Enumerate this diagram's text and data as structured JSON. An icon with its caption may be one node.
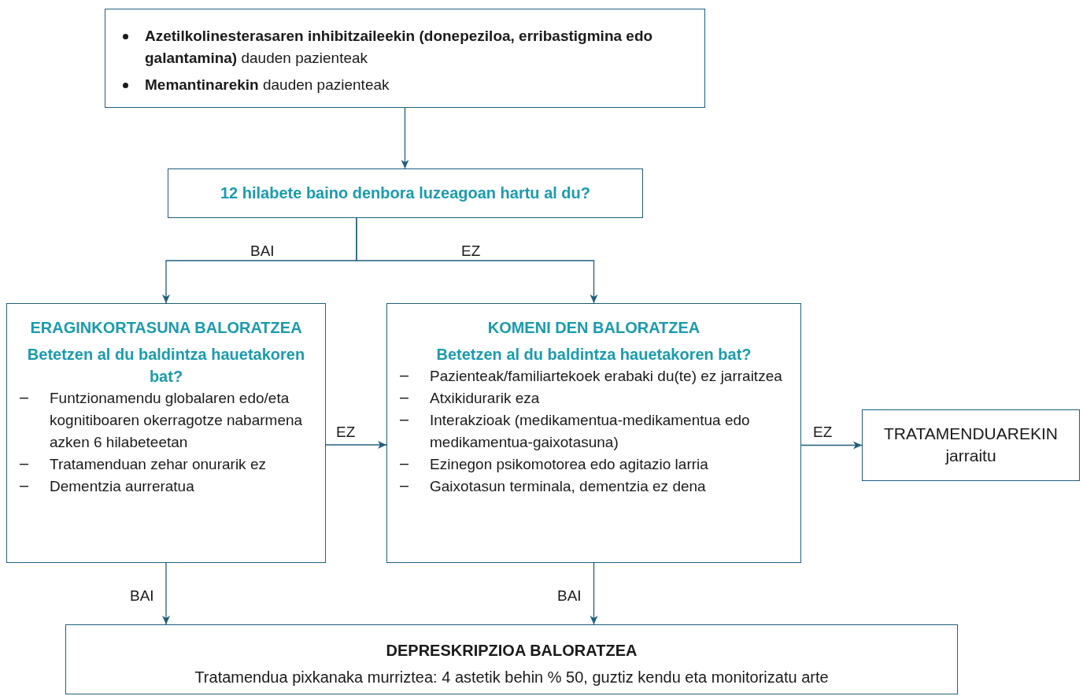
{
  "diagram": {
    "nodes": [
      {
        "text": [
          "**Azetilkolinesterasaren inhibitzaileekin (donepeziloa, erribastigmina edo galantamina)** dauden pazienteak",
          "**Memantinarekin** dauden pazienteak"
        ]
      },
      {
        "text": [
          "12 hilabete baino denbora luzeagoan hartu al du?"
        ]
      },
      {
        "text": [
          "ERAGINKORTASUNA BALORATZEA",
          "Betetzen al du baldintza hauetakoren bat?",
          "Funtzionamendu globalaren edo/eta kognitiboaren okerragotze nabarmena azken 6 hilabeteetan",
          "Tratamenduan zehar onurarik ez",
          "Dementzia aurreratua"
        ]
      },
      {
        "text": [
          "KOMENI DEN BALORATZEA",
          "Betetzen al du baldintza hauetakoren bat?",
          "Pazienteak/familiartekoek erabaki du(te) ez jarraitzea",
          "Atxikidurarik eza",
          "Interakzioak (medikamentua-medikamentua edo medikamentua-gaixotasuna)",
          "Ezinegon psikomotorea edo agitazio larria",
          "Gaixotasun terminala, dementzia ez dena"
        ]
      },
      {
        "text": [
          "TRATAMENDUAREKIN jarraitu"
        ]
      },
      {
        "text": [
          "DEPRESKRIPZIOA BALORATZEA",
          "Tratamendua pixkanaka murriztea: 4 astetik behin % 50, guztiz kendu eta monitorizatu arte"
        ]
      }
    ],
    "edges": [
      {
        "from": 0,
        "to": 1,
        "arrow": "to"
      },
      {
        "from": 1,
        "to": 2,
        "arrow": "to",
        "label": "BAI"
      },
      {
        "from": 1,
        "to": 3,
        "arrow": "to",
        "label": "EZ"
      },
      {
        "from": 2,
        "to": 3,
        "arrow": "to",
        "label": "EZ"
      },
      {
        "from": 3,
        "to": 4,
        "arrow": "to",
        "label": "EZ"
      },
      {
        "from": 2,
        "to": 5,
        "arrow": "to",
        "label": "BAI"
      },
      {
        "from": 3,
        "to": 5,
        "arrow": "to",
        "label": "BAI"
      }
    ]
  }
}
